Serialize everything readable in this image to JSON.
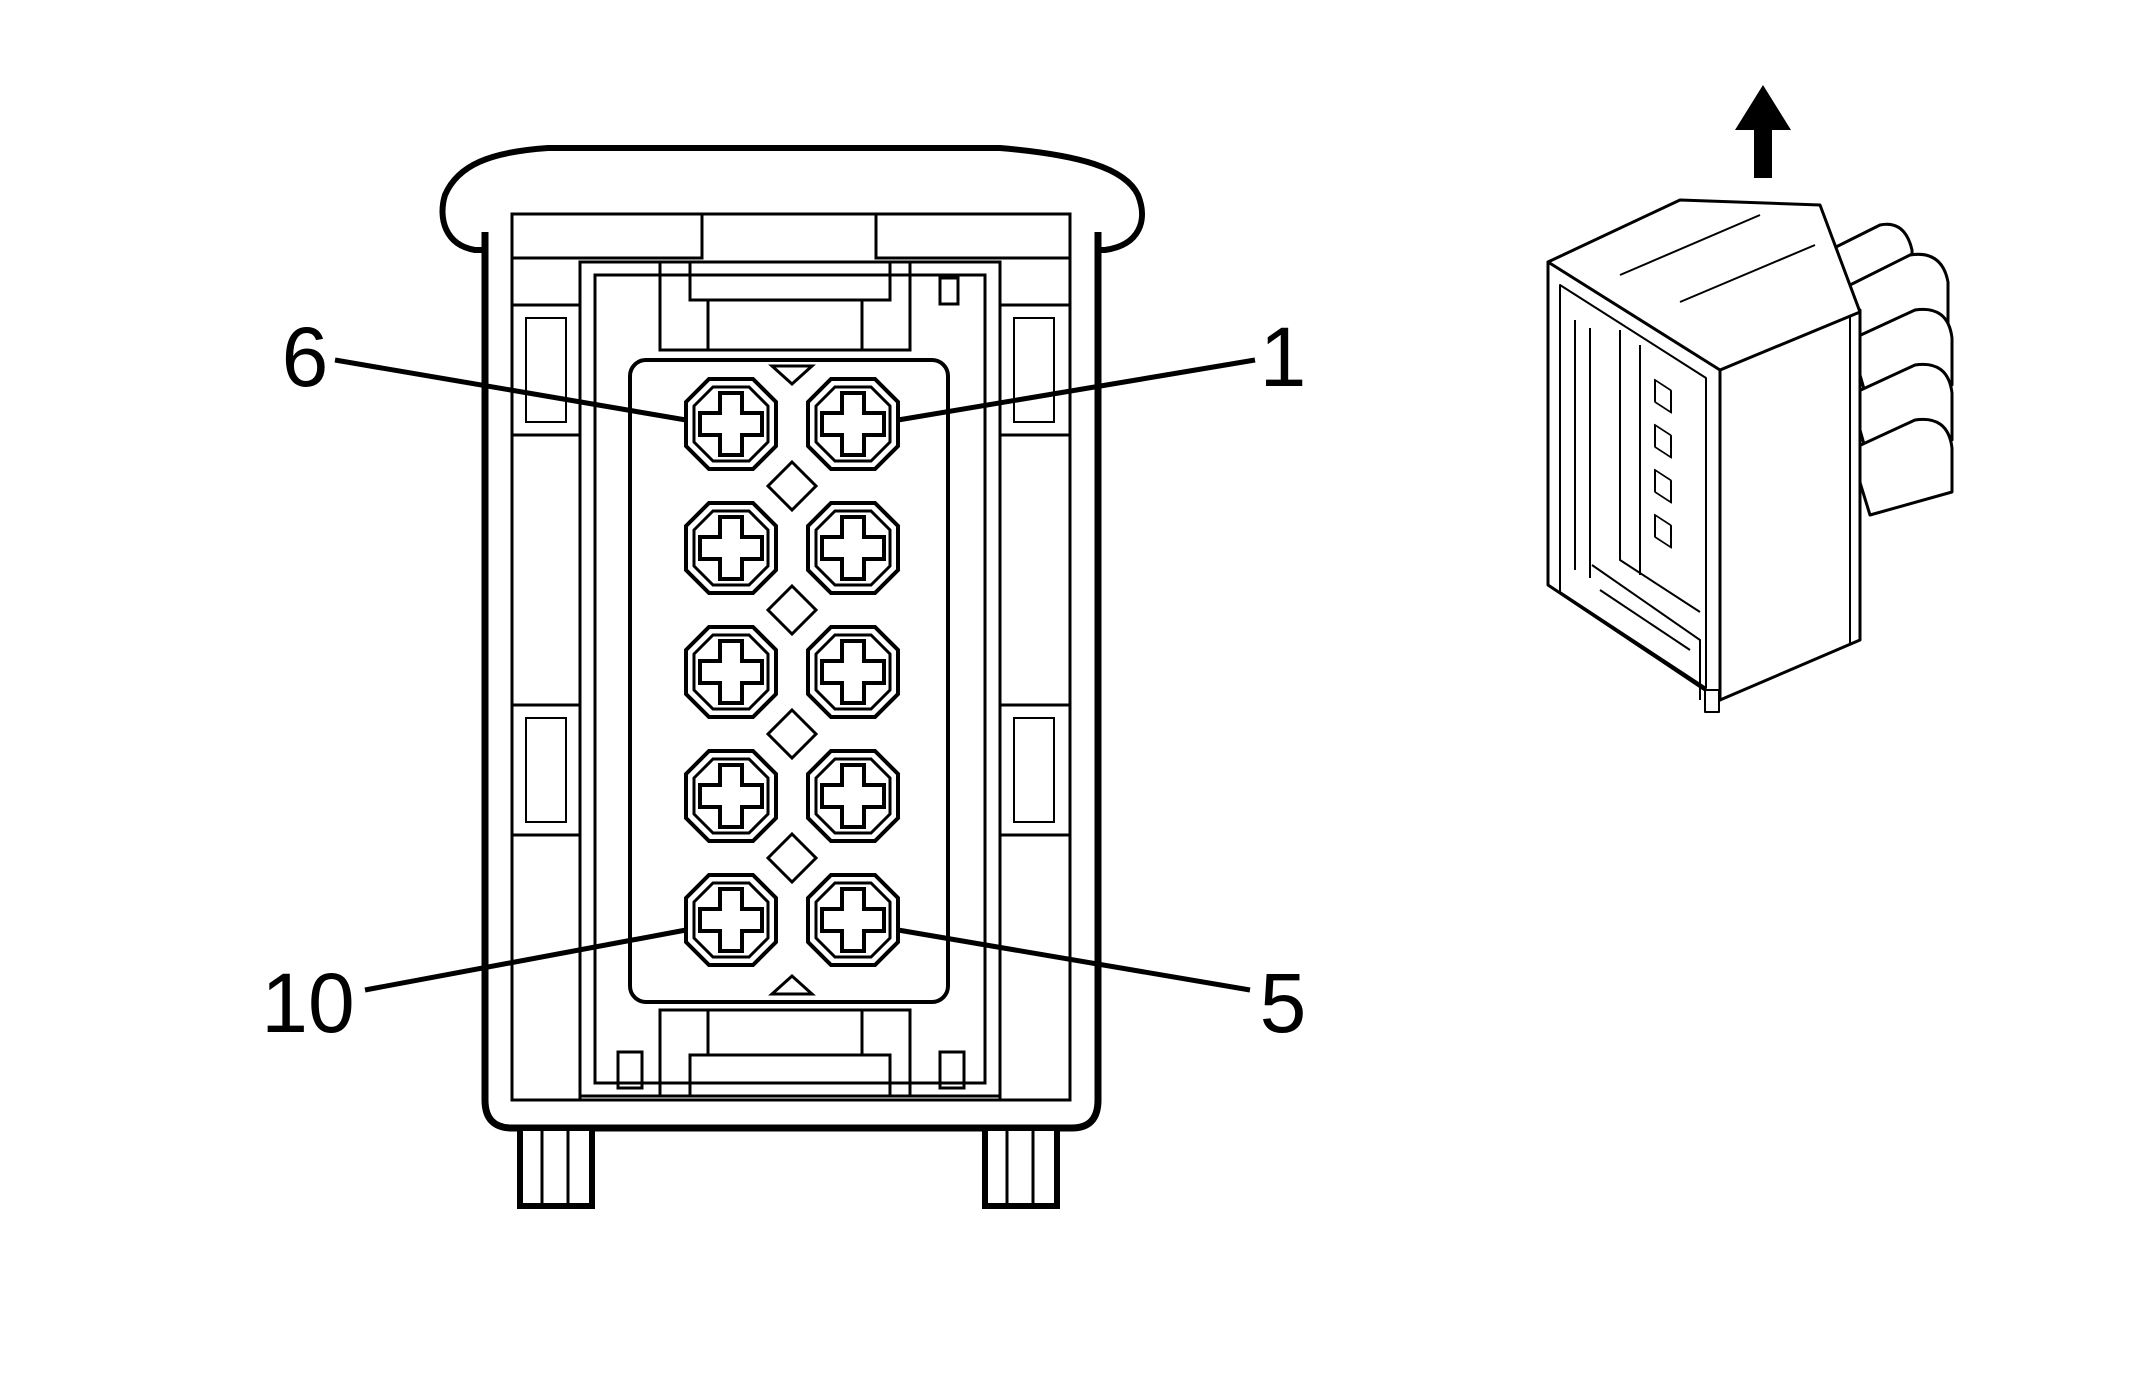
{
  "diagram": {
    "pin_labels": {
      "top_left": "6",
      "top_right": "1",
      "bottom_left": "10",
      "bottom_right": "5"
    },
    "direction_arrow": "arrow-up-icon",
    "colors": {
      "line": "#000000",
      "background": "#ffffff"
    }
  }
}
